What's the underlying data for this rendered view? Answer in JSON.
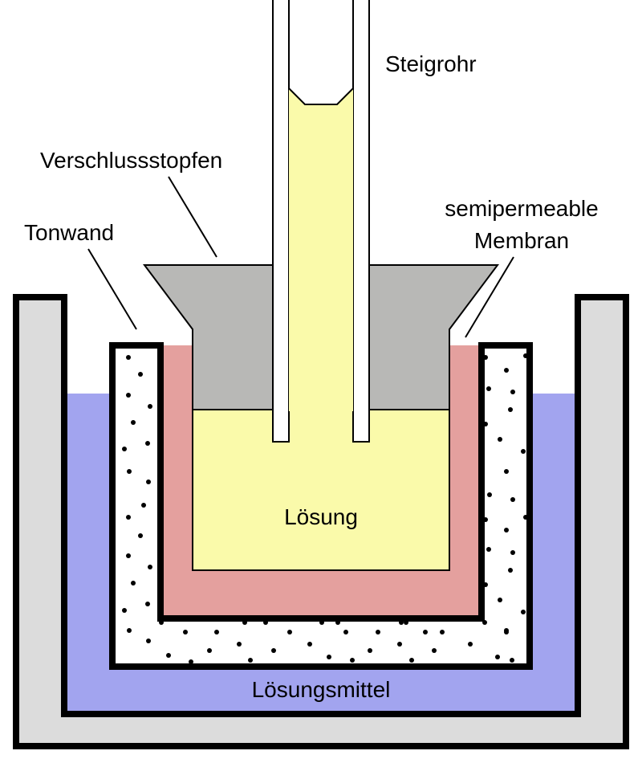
{
  "diagram": {
    "title": "Osmose-Zelle (Pfeffer'sche Zelle)",
    "labels": {
      "riser_tube": "Steigrohr",
      "stopper": "Verschlussstopfen",
      "clay_wall": "Tonwand",
      "membrane_line1": "semipermeable",
      "membrane_line2": "Membran",
      "solution": "Lösung",
      "solvent": "Lösungsmittel"
    },
    "colors": {
      "outer_vessel": "#dcdcdc",
      "solvent": "#a2a4ef",
      "membrane": "#e4a09e",
      "solution": "#fafaaa",
      "stopper": "#b8b8b6",
      "clay_wall": "#ffffff",
      "outline": "#000000"
    }
  }
}
